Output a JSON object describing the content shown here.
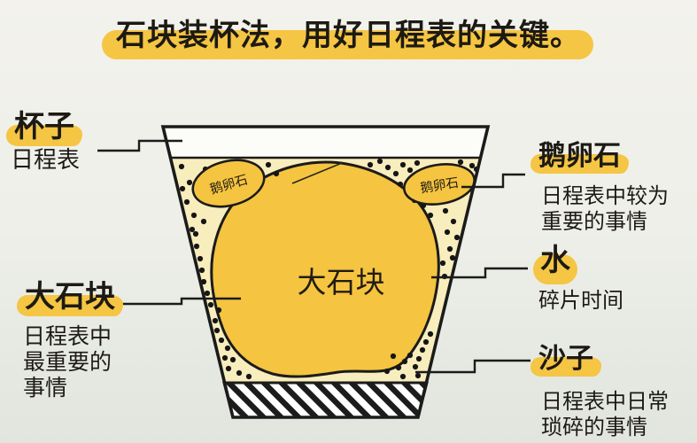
{
  "title": {
    "text": "石块装杯法，用好日程表的关键。"
  },
  "labels": {
    "cup": {
      "term": "杯子",
      "desc": "日程表"
    },
    "big_rock": {
      "term": "大石块",
      "desc_lines": [
        "日程表中",
        "最重要的",
        "事情"
      ]
    },
    "pebbles": {
      "term": "鹅卵石",
      "desc_lines": [
        "日程表中较为",
        "重要的事情"
      ]
    },
    "water": {
      "term": "水",
      "desc_lines": [
        "碎片时间"
      ]
    },
    "sand": {
      "term": "沙子",
      "desc_lines": [
        "日程表中日常",
        "琐碎的事情"
      ]
    }
  },
  "diagram": {
    "big_rock_label": "大石块",
    "pebble_left_label": "鹅卵石",
    "pebble_right_label": "鹅卵石"
  },
  "colors": {
    "highlight": "#F5C544",
    "rock": "#F5C440",
    "cup_fill": "#F8EDBD",
    "outline": "#1B1B1B",
    "background": "#ECEFE7"
  }
}
